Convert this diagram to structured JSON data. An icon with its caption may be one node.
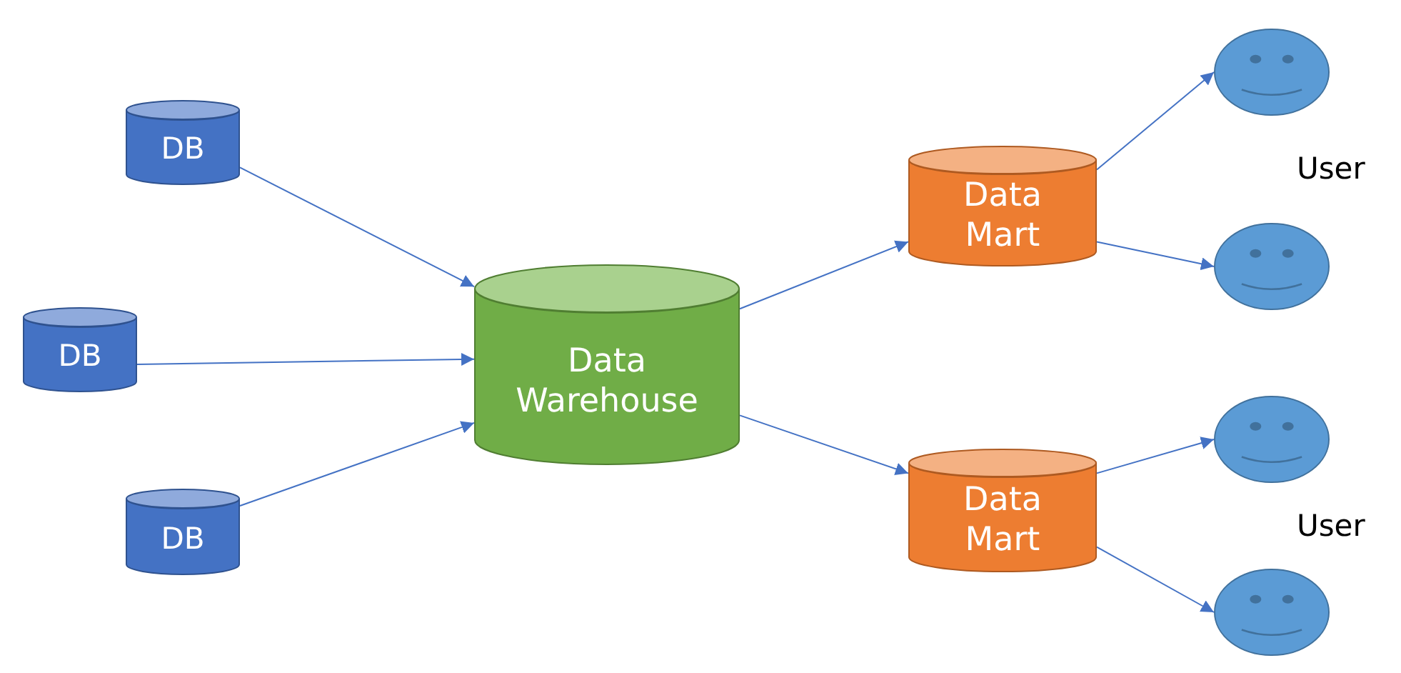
{
  "diagram": {
    "nodes": [
      {
        "text": [
          "DB"
        ]
      },
      {
        "text": [
          "DB"
        ]
      },
      {
        "text": [
          "DB"
        ]
      },
      {
        "text": [
          "Data Warehouse"
        ]
      },
      {
        "text": [
          "Data Mart"
        ]
      },
      {
        "text": [
          "Data Mart"
        ]
      },
      {
        "text": [],
        "shape": "circle"
      },
      {
        "text": [],
        "shape": "circle"
      },
      {
        "text": [],
        "shape": "circle"
      },
      {
        "text": [],
        "shape": "circle"
      }
    ],
    "edges": [
      {
        "from": 0,
        "to": 3,
        "arrow": "to"
      },
      {
        "from": 1,
        "to": 3,
        "arrow": "to"
      },
      {
        "from": 2,
        "to": 3,
        "arrow": "to"
      },
      {
        "from": 3,
        "to": 4,
        "arrow": "to"
      },
      {
        "from": 3,
        "to": 5,
        "arrow": "to"
      },
      {
        "from": 4,
        "to": 6,
        "arrow": "to"
      },
      {
        "from": 4,
        "to": 7,
        "arrow": "to"
      },
      {
        "from": 5,
        "to": 8,
        "arrow": "to"
      },
      {
        "from": 5,
        "to": 9,
        "arrow": "to"
      }
    ],
    "labels": [
      "User",
      "User"
    ]
  }
}
